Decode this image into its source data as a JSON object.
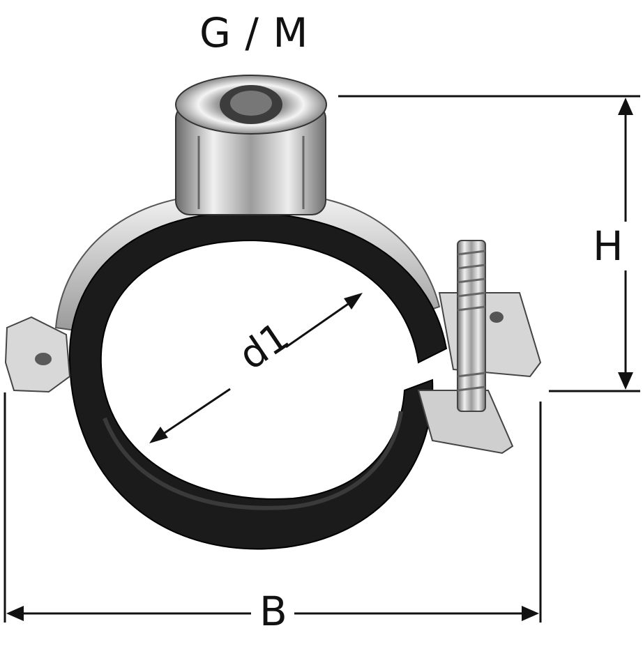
{
  "labels": {
    "thread": "G / M",
    "height": "H",
    "width": "B",
    "diameter": "d1"
  },
  "colors": {
    "line": "#111111",
    "rubber": "#1b1b1b",
    "steel_light": "#e6e6e6",
    "steel_mid": "#b0b0b0",
    "steel_dark": "#6a6a6a"
  }
}
